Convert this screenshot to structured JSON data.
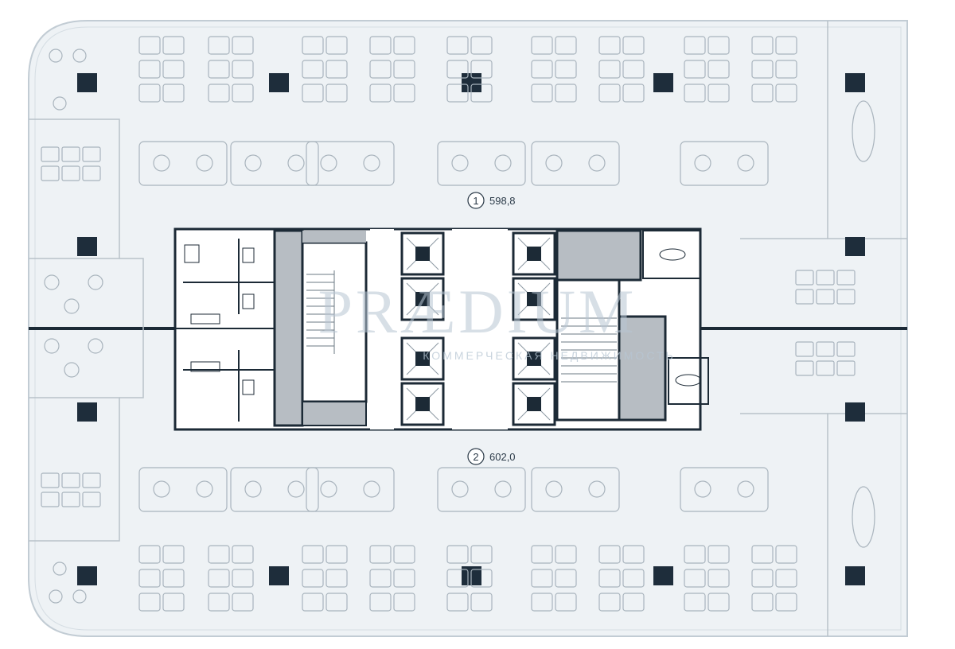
{
  "units": [
    {
      "number": "1",
      "area": "598,8"
    },
    {
      "number": "2",
      "area": "602,0"
    }
  ],
  "watermark": {
    "brand": "PRÆDIUM",
    "tagline": "КОММЕРЧЕСКАЯ НЕДВИЖИМОСТЬ"
  },
  "colors": {
    "floor": "#eef2f5",
    "wall": "#1c2a36",
    "column": "#1e2d3b",
    "furniture": "#a9b4bd",
    "core_gray": "#b7bdc3",
    "watermark": "#b7c6d3"
  },
  "icons": {
    "elevator": "elevator-icon",
    "toilet": "toilet-icon"
  }
}
